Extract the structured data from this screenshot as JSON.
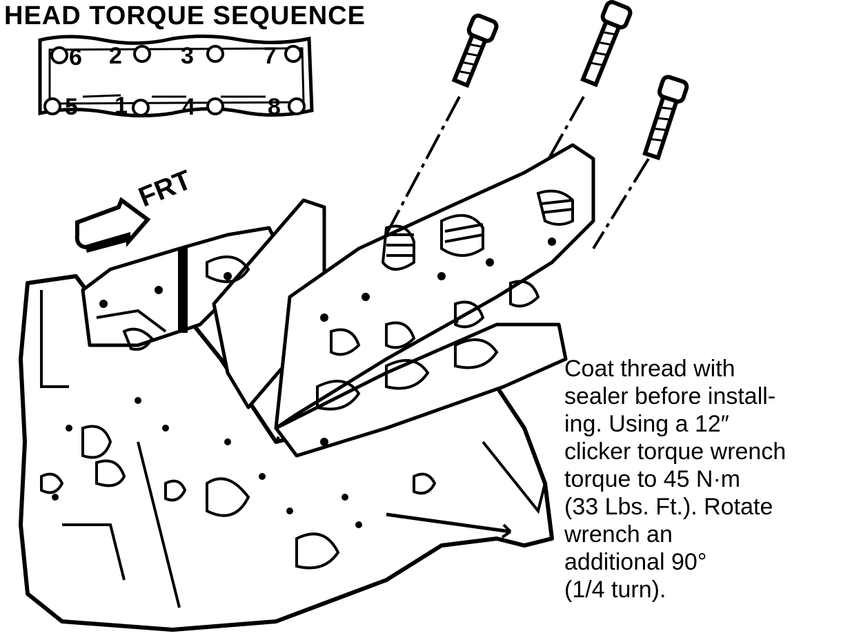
{
  "title": "HEAD TORQUE SEQUENCE",
  "sequence": {
    "top_row": [
      "6",
      "2",
      "3",
      "7"
    ],
    "bottom_row": [
      "5",
      "1",
      "4",
      "8"
    ]
  },
  "direction_label": "FRT",
  "note_lines": [
    "Coat thread with",
    "sealer before install-",
    "ing. Using a 12″",
    "clicker torque wrench",
    "torque to 45 N·m",
    "(33 Lbs. Ft.). Rotate",
    "wrench an",
    "additional 90°",
    "(1/4 turn)."
  ]
}
